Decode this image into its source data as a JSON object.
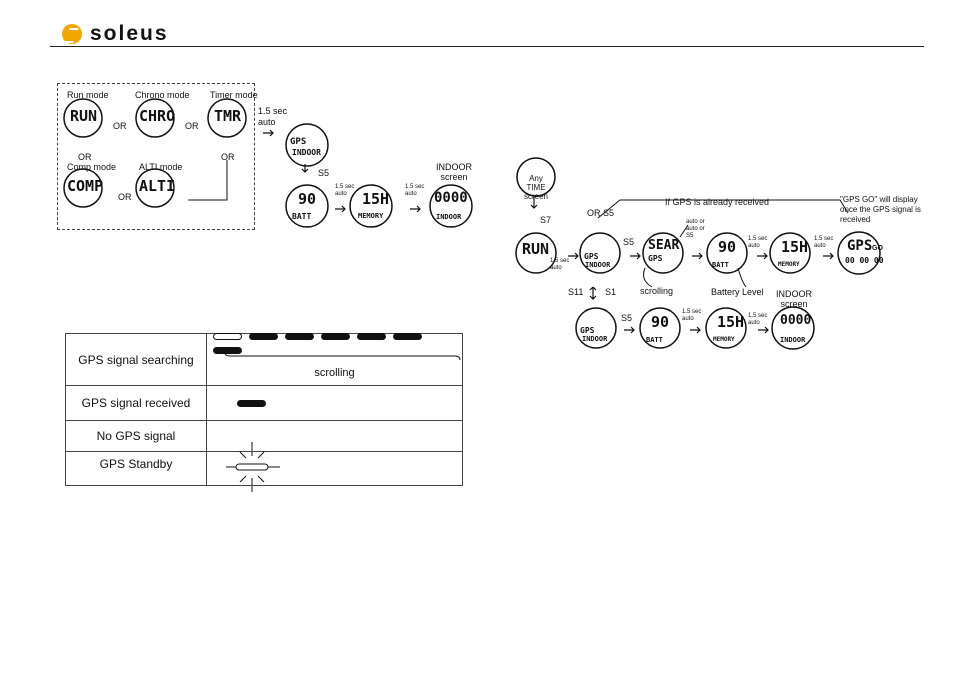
{
  "header": {
    "brand": "soleus",
    "brand_color": "#f0a800"
  },
  "left_diagram": {
    "modes": [
      {
        "label": "Run mode",
        "lcd": "RUN"
      },
      {
        "label": "Chrono mode",
        "lcd": "CHRO"
      },
      {
        "label": "Timer mode",
        "lcd": "TMR"
      },
      {
        "label": "Comp mode",
        "lcd": "COMP"
      },
      {
        "label": "ALTI mode",
        "lcd": "ALTI"
      }
    ],
    "or": "OR",
    "auto_1": "1.5 sec auto",
    "gps_indoor": {
      "line1": "GPS",
      "line2": "INDOOR"
    },
    "s5": "S5",
    "batt": {
      "top": "90",
      "bottom": "BATT"
    },
    "memory": {
      "top": "15H",
      "bottom": "MEMORY"
    },
    "auto_small": "1.5 sec auto",
    "indoor_caption": "INDOOR screen",
    "indoor_lcd": {
      "top": "0000",
      "bottom": "INDOOR"
    }
  },
  "table": {
    "rows": [
      {
        "label": "GPS signal searching",
        "note": "scrolling"
      },
      {
        "label": "GPS signal received"
      },
      {
        "label": "No GPS signal"
      },
      {
        "label": "GPS Standby"
      }
    ]
  },
  "right_diagram": {
    "any_time": "Any TIME screen",
    "s7": "S7",
    "or_s5": "OR S5",
    "already": "If GPS is already received",
    "gps_go_note": "\"GPS GO\" will display once the GPS signal is received",
    "run": "RUN",
    "auto_1": "1.5 sec auto",
    "s5": "S5",
    "sear": "SEAR",
    "gps": "GPS",
    "auto_or": "auto or auto or S5",
    "batt": {
      "top": "90",
      "bottom": "BATT"
    },
    "memory": {
      "top": "15H",
      "bottom": "MEMORY"
    },
    "gps_go": {
      "top": "GPS",
      "side": "GO",
      "bottom": "00 00 00"
    },
    "scrolling": "scrolling",
    "battery_level": "Battery Level",
    "s11": "S11",
    "s1": "S1",
    "indoor_caption": "INDOOR screen",
    "gps_indoor": {
      "line1": "GPS",
      "line2": "INDOOR"
    },
    "indoor_lcd": {
      "top": "0000",
      "bottom": "INDOOR"
    }
  }
}
